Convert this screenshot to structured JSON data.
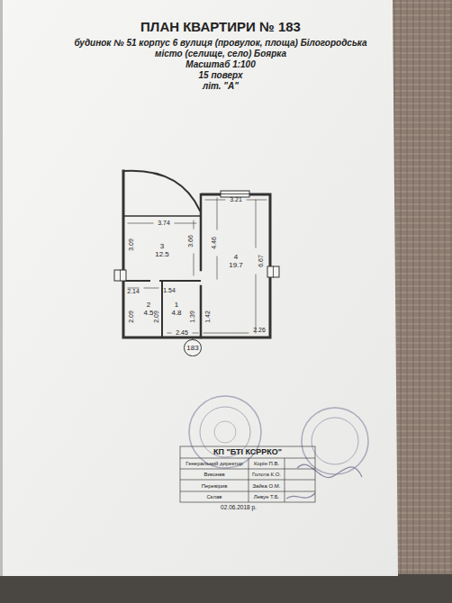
{
  "diagram": {
    "title": "ПЛАН КВАРТИРИ № 183",
    "nodes": [
      {
        "text": [
          "3",
          "12.5"
        ]
      },
      {
        "text": [
          "4",
          "19.7"
        ]
      },
      {
        "text": [
          "2",
          "4.5"
        ]
      },
      {
        "text": [
          "1",
          "4.8"
        ]
      },
      {
        "text": [
          "183"
        ]
      }
    ],
    "labels": [
      "будинок № 51 корпус 6 вулиця (провулок, площа) Білогородська",
      "місто (селище, село) Боярка",
      "Масштаб 1:100",
      "15 поверх",
      "літ. \"А\"",
      "3.74",
      "3.66",
      "3.09",
      "3.21",
      "4.46",
      "6.67",
      "2.14",
      "1.54",
      "2.09",
      "2.09",
      "2.45",
      "1.39",
      "1.42",
      "2.26",
      "КП \"БТІ КСРРКО\"",
      "Генеральний директор",
      "Корін П.В.",
      "Виконав",
      "Голота К.О.",
      "Перевірив",
      "Зайка О.М.",
      "Склав",
      "Левун Т.Б.",
      "02.06.2018 р."
    ]
  }
}
